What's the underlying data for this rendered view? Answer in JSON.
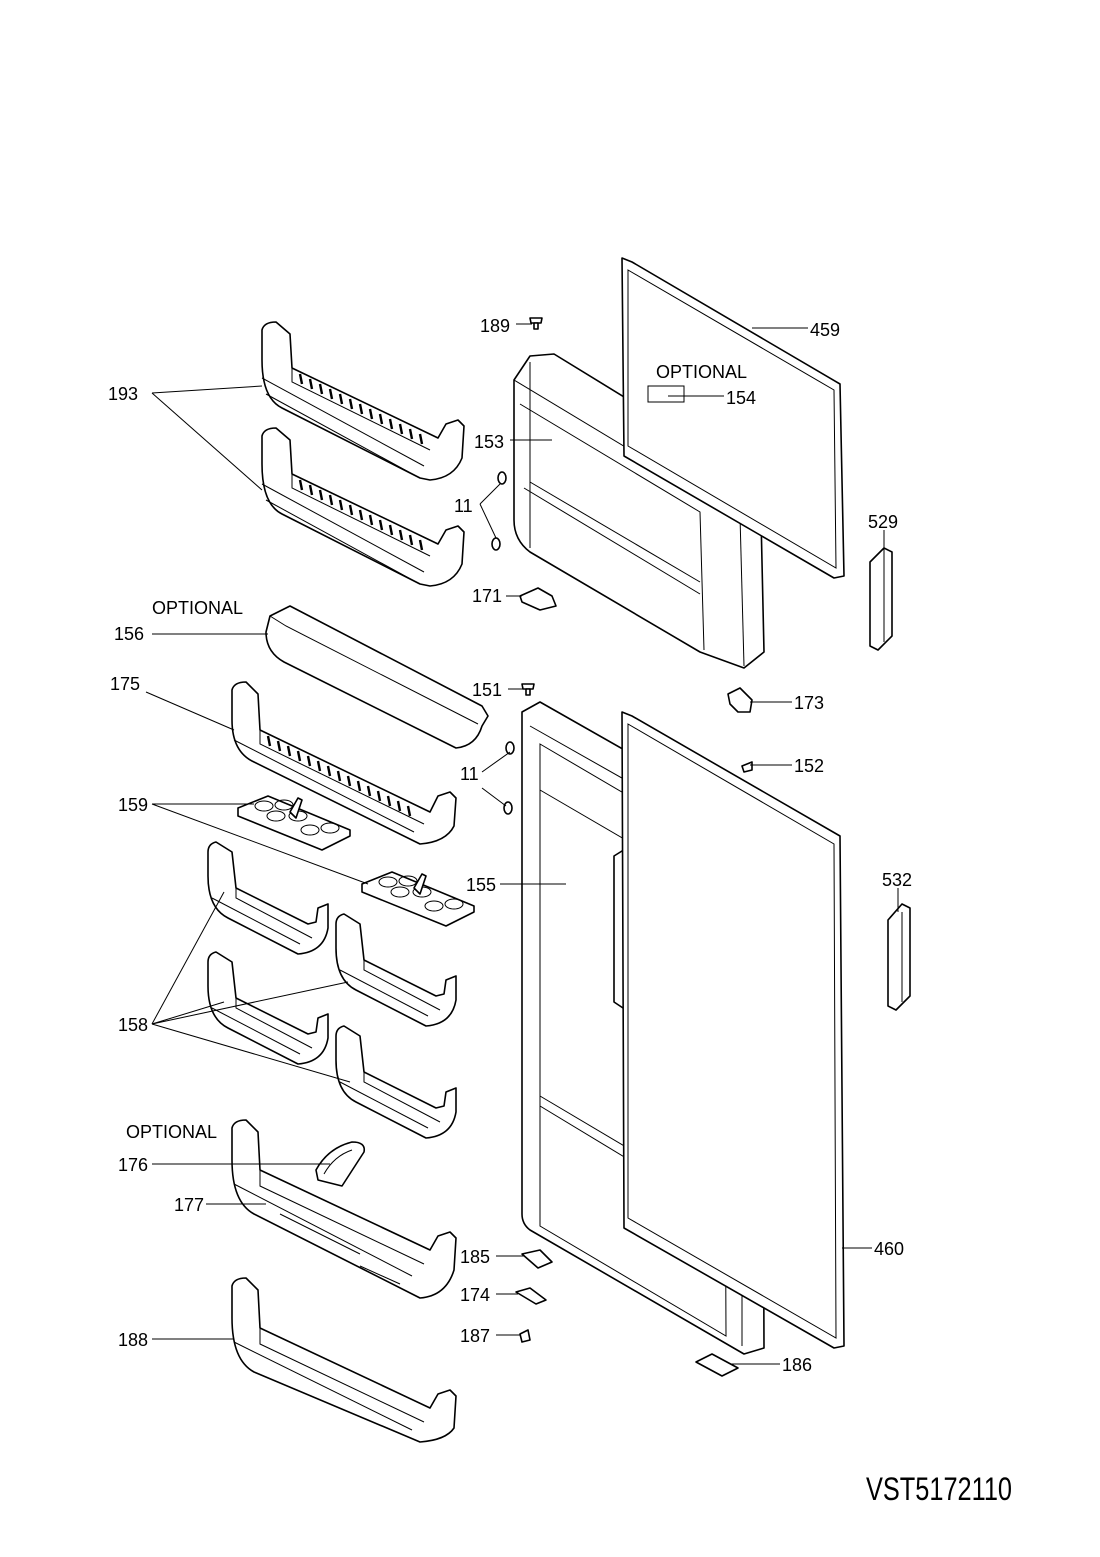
{
  "diagram": {
    "document_code": "VST5172110",
    "labels": {
      "p189": "189",
      "p459": "459",
      "optional_154": "OPTIONAL",
      "p154": "154",
      "p193": "193",
      "p153": "153",
      "p11_upper": "11",
      "p529": "529",
      "optional_156": "OPTIONAL",
      "p171": "171",
      "p156": "156",
      "p175": "175",
      "p151": "151",
      "p173": "173",
      "p11_lower": "11",
      "p152": "152",
      "p159": "159",
      "p532": "532",
      "p155": "155",
      "p158": "158",
      "optional_176": "OPTIONAL",
      "p176": "176",
      "p177": "177",
      "p460": "460",
      "p185": "185",
      "p174": "174",
      "p187": "187",
      "p186": "186",
      "p188": "188"
    }
  }
}
